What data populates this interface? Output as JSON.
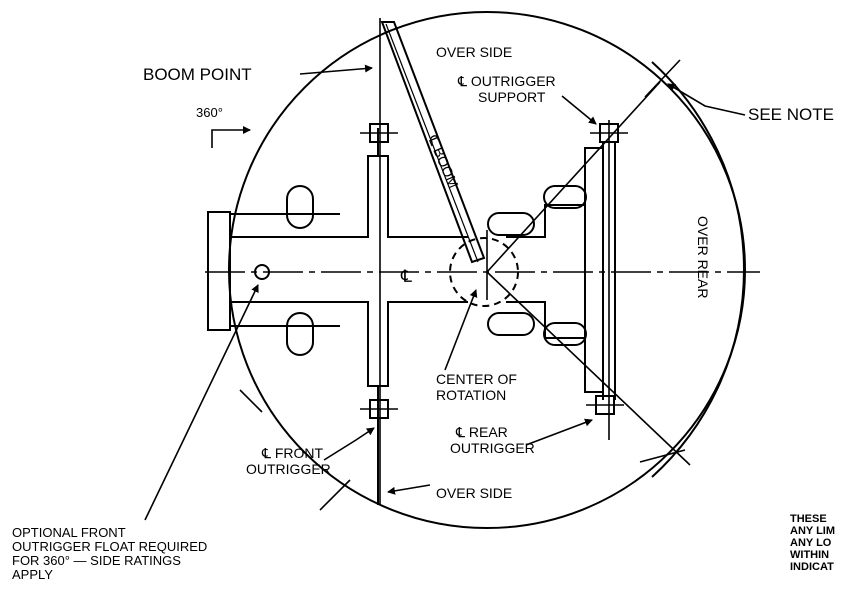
{
  "labels": {
    "boom_point": "BOOM POINT",
    "deg_360": "360°",
    "over_side_top": "OVER SIDE",
    "cl_outrigger_support_1": "℄ OUTRIGGER",
    "cl_outrigger_support_2": "SUPPORT",
    "see_note": "SEE NOTE",
    "cl_boom": "℄ BOOM",
    "over_rear": "OVER REAR",
    "centerline": "℄",
    "center_of_rotation_1": "CENTER OF",
    "center_of_rotation_2": "ROTATION",
    "cl_rear_outrigger_1": "℄ REAR",
    "cl_rear_outrigger_2": "OUTRIGGER",
    "cl_front_outrigger_1": "℄ FRONT",
    "cl_front_outrigger_2": "OUTRIGGER",
    "over_side_bottom": "OVER SIDE",
    "optional_float_1": "OPTIONAL FRONT",
    "optional_float_2": "OUTRIGGER FLOAT REQUIRED",
    "optional_float_3": "FOR 360° — SIDE RATINGS",
    "optional_float_4": "APPLY",
    "note_1": "THESE",
    "note_2": "ANY LIM",
    "note_3": "ANY LO",
    "note_4": "WITHIN",
    "note_5": "INDICAT"
  }
}
